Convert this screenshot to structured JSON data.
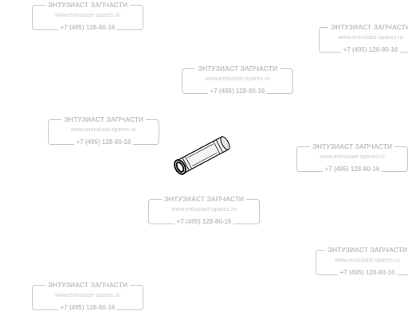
{
  "watermark": {
    "title": "ЭНТУЗИАСТ ЗАПЧАСТИ",
    "url": "www.entuziast-spares.ru",
    "phone": "+7 (495) 128-80-16"
  },
  "part": {
    "icon": "cylindrical-pin-icon"
  }
}
